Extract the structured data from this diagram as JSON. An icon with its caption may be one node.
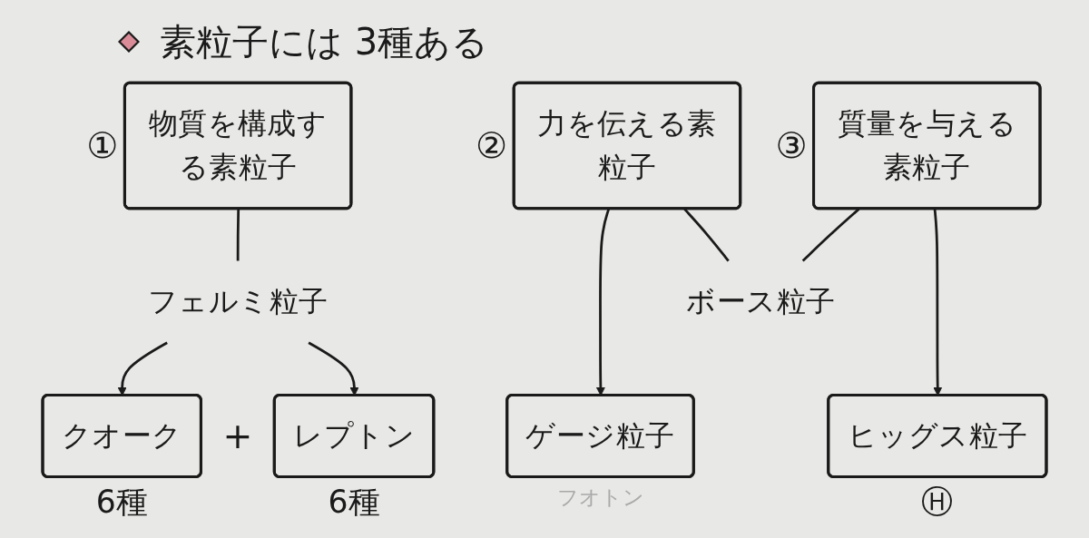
{
  "diagram": {
    "title": "素粒子には 3種ある",
    "nodes": [
      {
        "text": [
          "物質を構成する素粒子"
        ],
        "beside": [
          "①"
        ]
      },
      {
        "text": [
          "フェルミ粒子"
        ]
      },
      {
        "text": [
          "クオーク"
        ],
        "beside": [
          "6種"
        ]
      },
      {
        "text": [
          "レプトン"
        ],
        "beside": [
          "6種"
        ]
      },
      {
        "text": [
          "力を伝える素粒子"
        ],
        "beside": [
          "②"
        ]
      },
      {
        "text": [
          "ボース粒子"
        ]
      },
      {
        "text": [
          "ゲージ粒子"
        ],
        "beside": [
          "フオトン"
        ]
      },
      {
        "text": [
          "質量を与える素粒子"
        ],
        "beside": [
          "③"
        ]
      },
      {
        "text": [
          "ヒッグス粒子"
        ],
        "beside": [
          "Ⓗ"
        ]
      }
    ],
    "edges": [
      {
        "from": 0,
        "to": 1,
        "arrow": "none"
      },
      {
        "from": 1,
        "to": 2,
        "arrow": "to"
      },
      {
        "from": 1,
        "to": 3,
        "arrow": "to"
      },
      {
        "from": 4,
        "to": 6,
        "arrow": "to"
      },
      {
        "from": 4,
        "to": 5,
        "arrow": "none"
      },
      {
        "from": 7,
        "to": 5,
        "arrow": "none"
      },
      {
        "from": 7,
        "to": 8,
        "arrow": "to"
      }
    ],
    "labels": [
      "+"
    ]
  }
}
